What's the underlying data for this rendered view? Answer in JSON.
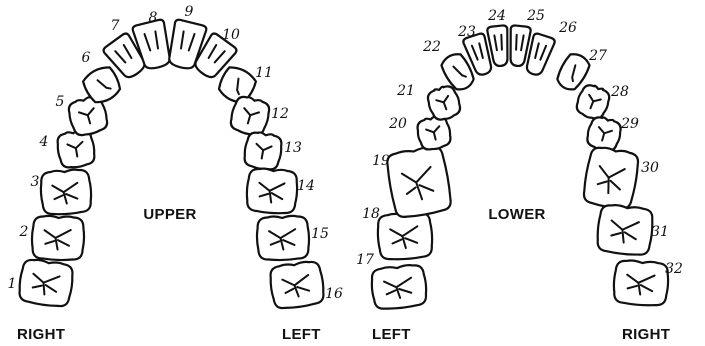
{
  "upper_arch": {
    "label": "UPPER",
    "left_side_label": "RIGHT",
    "right_side_label": "LEFT",
    "teeth": [
      "1",
      "2",
      "3",
      "4",
      "5",
      "6",
      "7",
      "8",
      "9",
      "10",
      "11",
      "12",
      "13",
      "14",
      "15",
      "16"
    ]
  },
  "lower_arch": {
    "label": "LOWER",
    "left_side_label": "LEFT",
    "right_side_label": "RIGHT",
    "teeth": [
      "17",
      "18",
      "19",
      "20",
      "21",
      "22",
      "23",
      "24",
      "25",
      "26",
      "27",
      "28",
      "29",
      "30",
      "31",
      "32"
    ]
  }
}
